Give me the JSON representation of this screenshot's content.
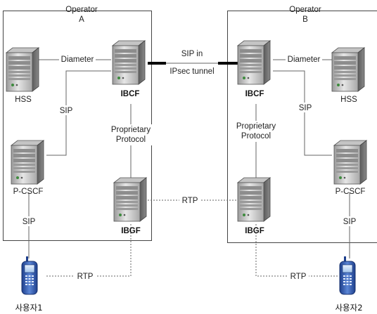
{
  "operators": {
    "a": {
      "title_line1": "Operator",
      "title_line2": "A"
    },
    "b": {
      "title_line1": "Operator",
      "title_line2": "B"
    }
  },
  "nodes": {
    "a_hss": "HSS",
    "a_ibcf": "IBCF",
    "a_pcscf": "P-CSCF",
    "a_ibgf": "IBGF",
    "b_ibcf": "IBCF",
    "b_hss": "HSS",
    "b_pcscf": "P-CSCF",
    "b_ibgf": "IBGF"
  },
  "links": {
    "a_diameter": "Diameter",
    "b_diameter": "Diameter",
    "a_sip": "SIP",
    "b_sip": "SIP",
    "a_proprietary_line1": "Proprietary",
    "a_proprietary_line2": "Protocol",
    "b_proprietary_line1": "Proprietary",
    "b_proprietary_line2": "Protocol",
    "tunnel_line1": "SIP in",
    "tunnel_line2": "IPsec tunnel",
    "rtp_middle": "RTP",
    "a_user_sip": "SIP",
    "b_user_sip": "SIP",
    "a_user_rtp": "RTP",
    "b_user_rtp": "RTP"
  },
  "users": {
    "user1": "사용자1",
    "user2": "사용자2"
  }
}
